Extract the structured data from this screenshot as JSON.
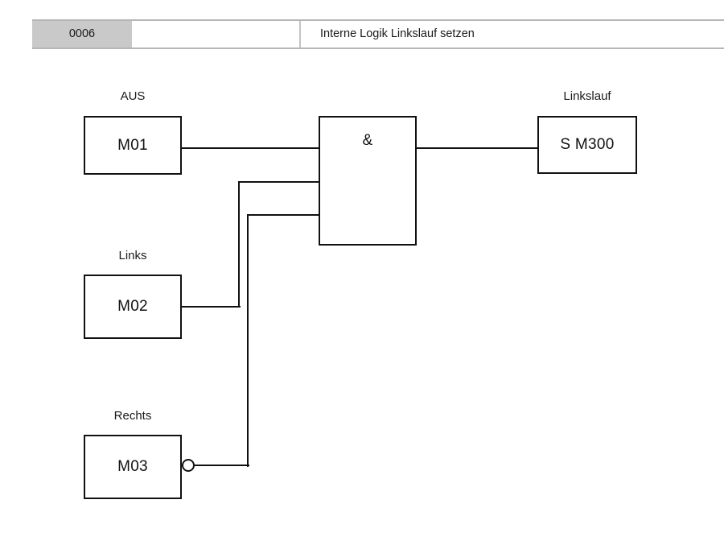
{
  "header": {
    "id": "0006",
    "blank": "",
    "title": "Interne Logik Linkslauf setzen"
  },
  "diagram": {
    "blocks": [
      {
        "key": "m01",
        "label": "M01",
        "toplabel": "AUS"
      },
      {
        "key": "m02",
        "label": "M02",
        "toplabel": "Links"
      },
      {
        "key": "m03",
        "label": "M03",
        "toplabel": "Rechts"
      },
      {
        "key": "gate",
        "label": "&",
        "toplabel": ""
      },
      {
        "key": "out",
        "label": "S M300",
        "toplabel": "Linkslauf"
      }
    ],
    "gate_symbol": "&",
    "output_label": "S M300",
    "output_toplabel": "Linkslauf",
    "inverter": "negation-circle-m03"
  },
  "colors": {
    "line": "#111111",
    "header_gray": "#c9c9c9",
    "header_border": "#b6b6b6",
    "background": "#ffffff"
  }
}
